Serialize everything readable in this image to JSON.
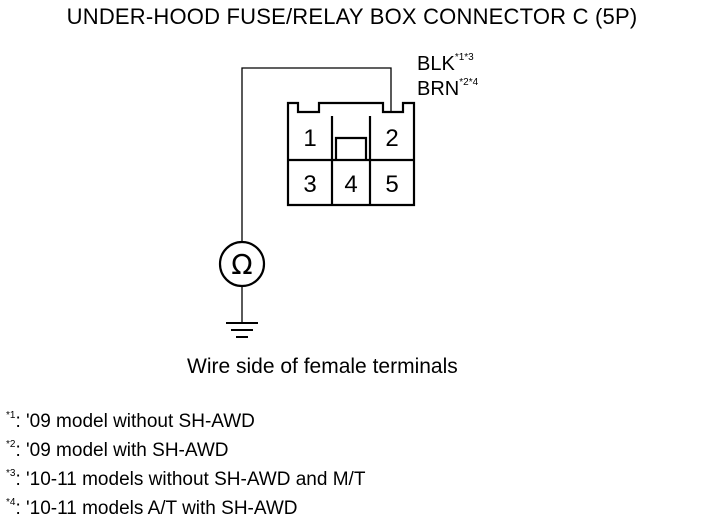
{
  "title": "UNDER-HOOD FUSE/RELAY BOX CONNECTOR C (5P)",
  "wire_colors": [
    {
      "color": "BLK",
      "note_ref": "*1*3"
    },
    {
      "color": "BRN",
      "note_ref": "*2*4"
    }
  ],
  "connector": {
    "terminals": [
      "1",
      "2",
      "3",
      "4",
      "5"
    ]
  },
  "meter_symbol": "Ω",
  "caption": "Wire side of female terminals",
  "notes": [
    {
      "mark": "*1",
      "text": ": '09 model without SH-AWD"
    },
    {
      "mark": "*2",
      "text": ": '09 model with SH-AWD"
    },
    {
      "mark": "*3",
      "text": ": '10-11 models without SH-AWD and M/T"
    },
    {
      "mark": "*4",
      "text": ": '10-11 models A/T with SH-AWD"
    }
  ]
}
